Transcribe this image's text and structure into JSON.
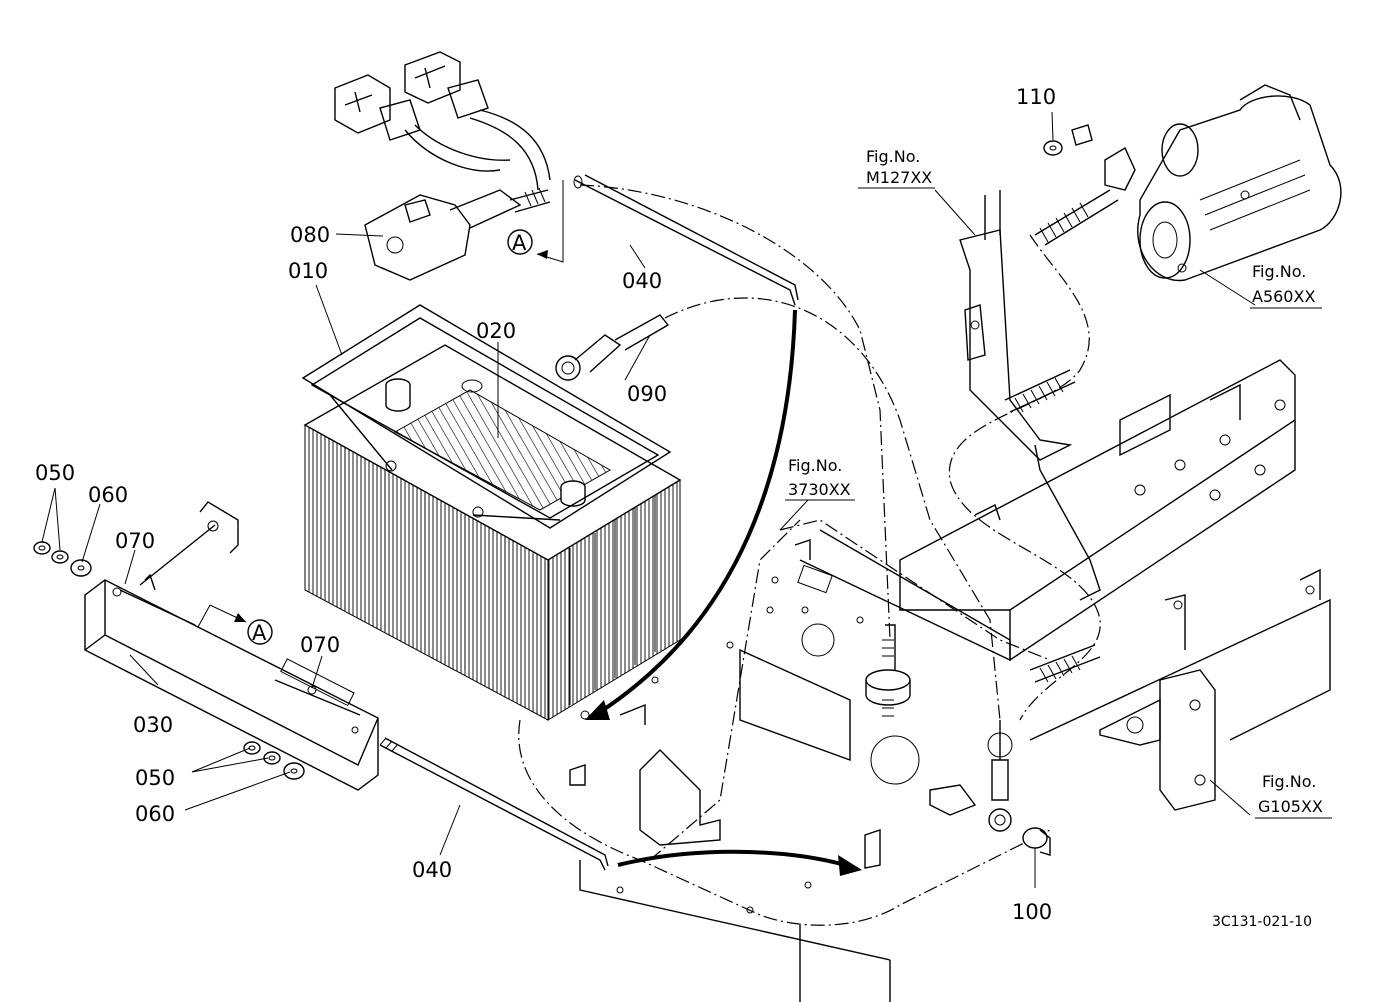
{
  "callouts": {
    "p010": "010",
    "p020": "020",
    "p030": "030",
    "p040_top": "040",
    "p040_bottom": "040",
    "p050_top": "050",
    "p050_bottom": "050",
    "p060_top": "060",
    "p060_bottom": "060",
    "p070_left": "070",
    "p070_right": "070",
    "p080": "080",
    "p090": "090",
    "p100": "100",
    "p110": "110"
  },
  "markers": {
    "a_top": "A",
    "a_left": "A"
  },
  "figure_refs": {
    "m127": {
      "title": "Fig.No.",
      "code": "M127XX"
    },
    "a560": {
      "title": "Fig.No.",
      "code": "A560XX"
    },
    "f3730": {
      "title": "Fig.No.",
      "code": "3730XX"
    },
    "g105": {
      "title": "Fig.No.",
      "code": "G105XX"
    }
  },
  "drawing_number": "3C131-021-10"
}
